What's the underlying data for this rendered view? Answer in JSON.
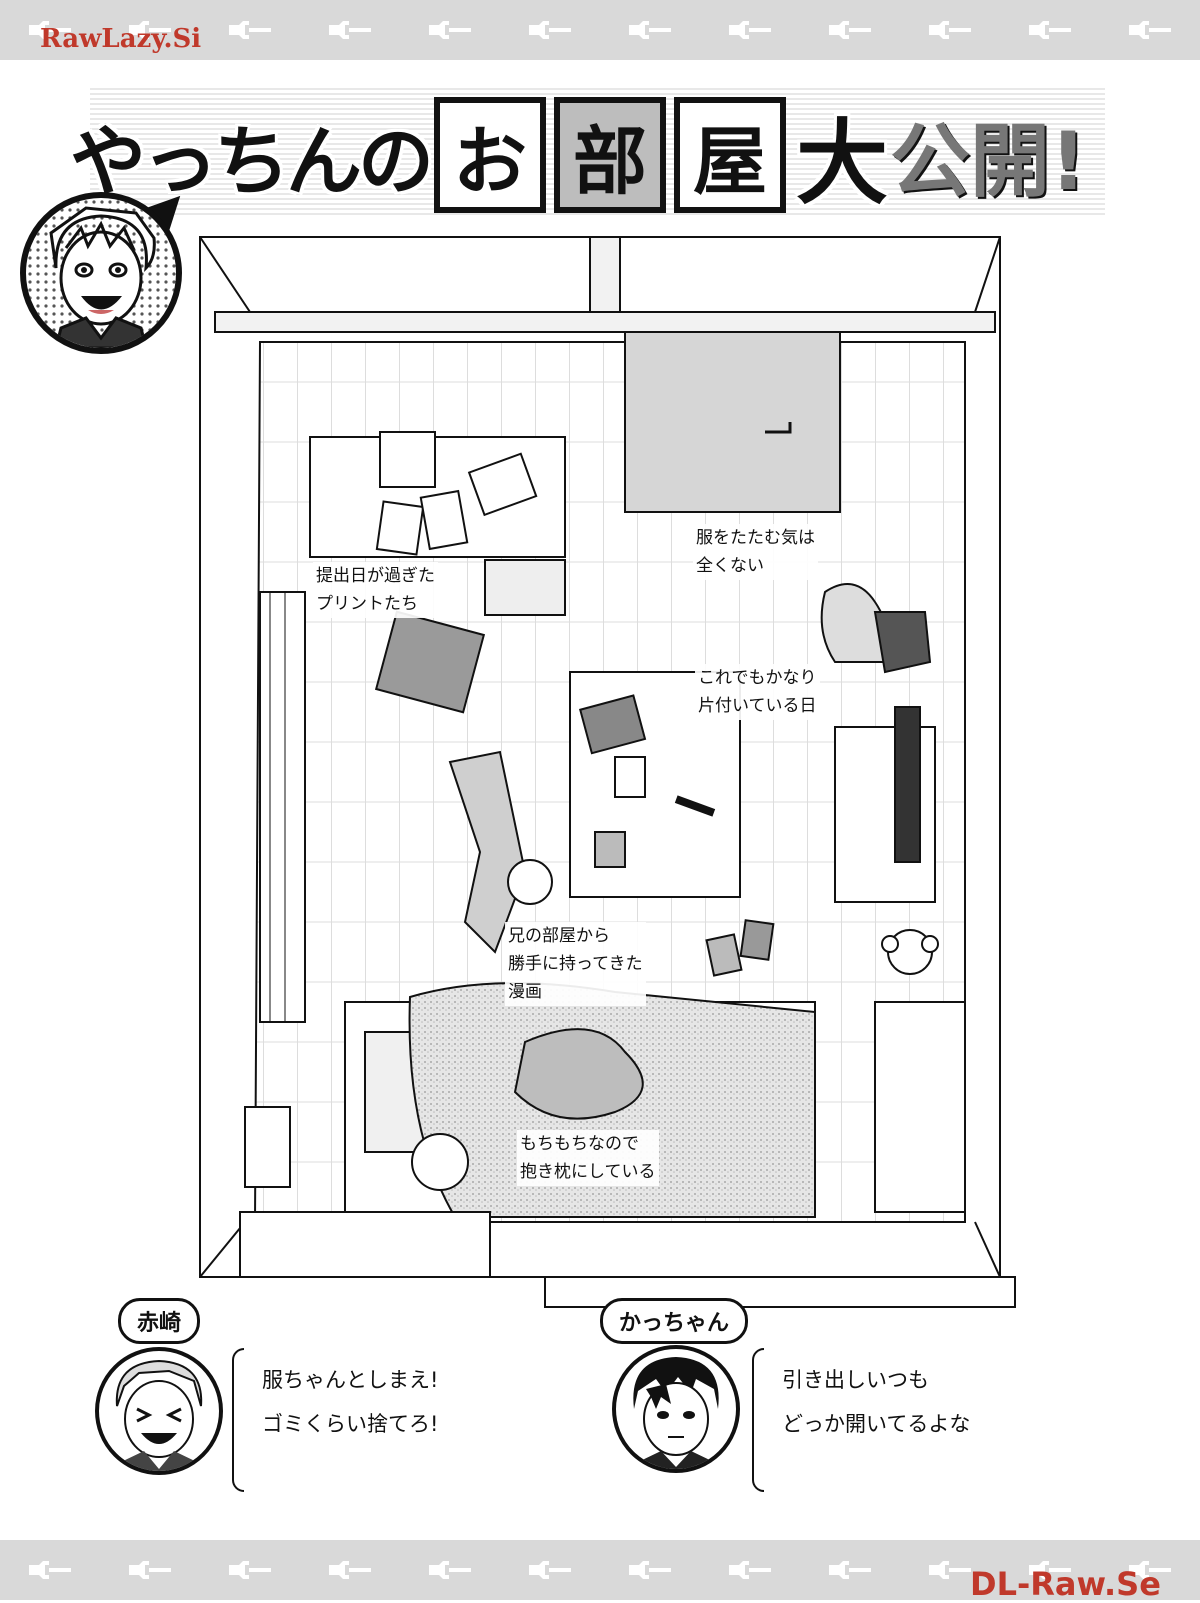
{
  "watermarks": {
    "top": "RawLazy.Si",
    "bottom": "DL-Raw.Se"
  },
  "title": {
    "plain": "やっちんの",
    "boxed": [
      "お",
      "部",
      "屋"
    ],
    "big": "大",
    "rest": "公開!"
  },
  "callouts": {
    "clothes": [
      "服をたたむ気は",
      "全くない"
    ],
    "prints": [
      "提出日が過ぎた",
      "プリントたち"
    ],
    "tidy": [
      "これでもかなり",
      "片付いている日"
    ],
    "manga": [
      "兄の部屋から",
      "勝手に持ってきた",
      "漫画"
    ],
    "pillow": [
      "もちもちなので",
      "抱き枕にしている"
    ]
  },
  "characters": [
    {
      "name": "赤崎",
      "comment": [
        "服ちゃんとしまえ!",
        "ゴミくらい捨てろ!"
      ]
    },
    {
      "name": "かっちゃん",
      "comment": [
        "引き出しいつも",
        "どっか開いてるよな"
      ]
    }
  ],
  "icons": {
    "border": "wrench-icon"
  }
}
